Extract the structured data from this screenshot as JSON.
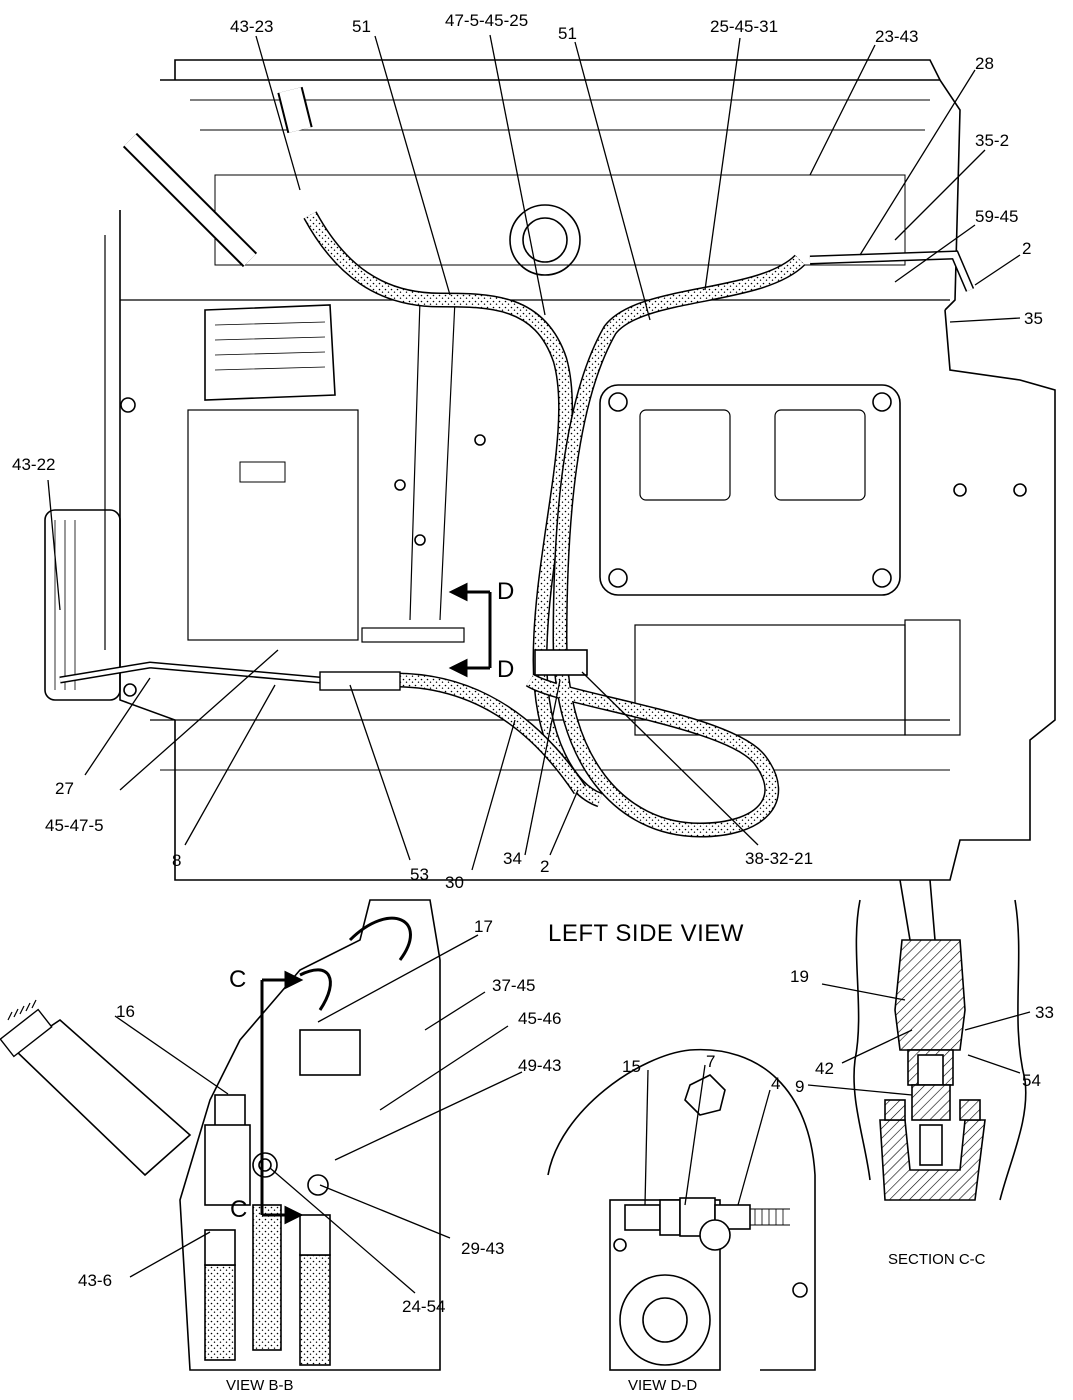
{
  "diagram": {
    "view_title": "LEFT SIDE VIEW",
    "captions": {
      "view_bb": "VIEW B-B",
      "view_dd": "VIEW D-D",
      "section_cc": "SECTION C-C"
    },
    "section_markers": {
      "c": "C",
      "d": "D"
    },
    "callouts": [
      "43-23",
      "51",
      "47-5-45-25",
      "51",
      "25-45-31",
      "23-43",
      "28",
      "35-2",
      "59-45",
      "2",
      "35",
      "43-22",
      "27",
      "45-47-5",
      "8",
      "53",
      "30",
      "34",
      "2",
      "38-32-21",
      "17",
      "37-45",
      "45-46",
      "49-43",
      "16",
      "29-43",
      "43-6",
      "24-54",
      "15",
      "7",
      "4",
      "19",
      "9",
      "33",
      "42",
      "54"
    ]
  }
}
